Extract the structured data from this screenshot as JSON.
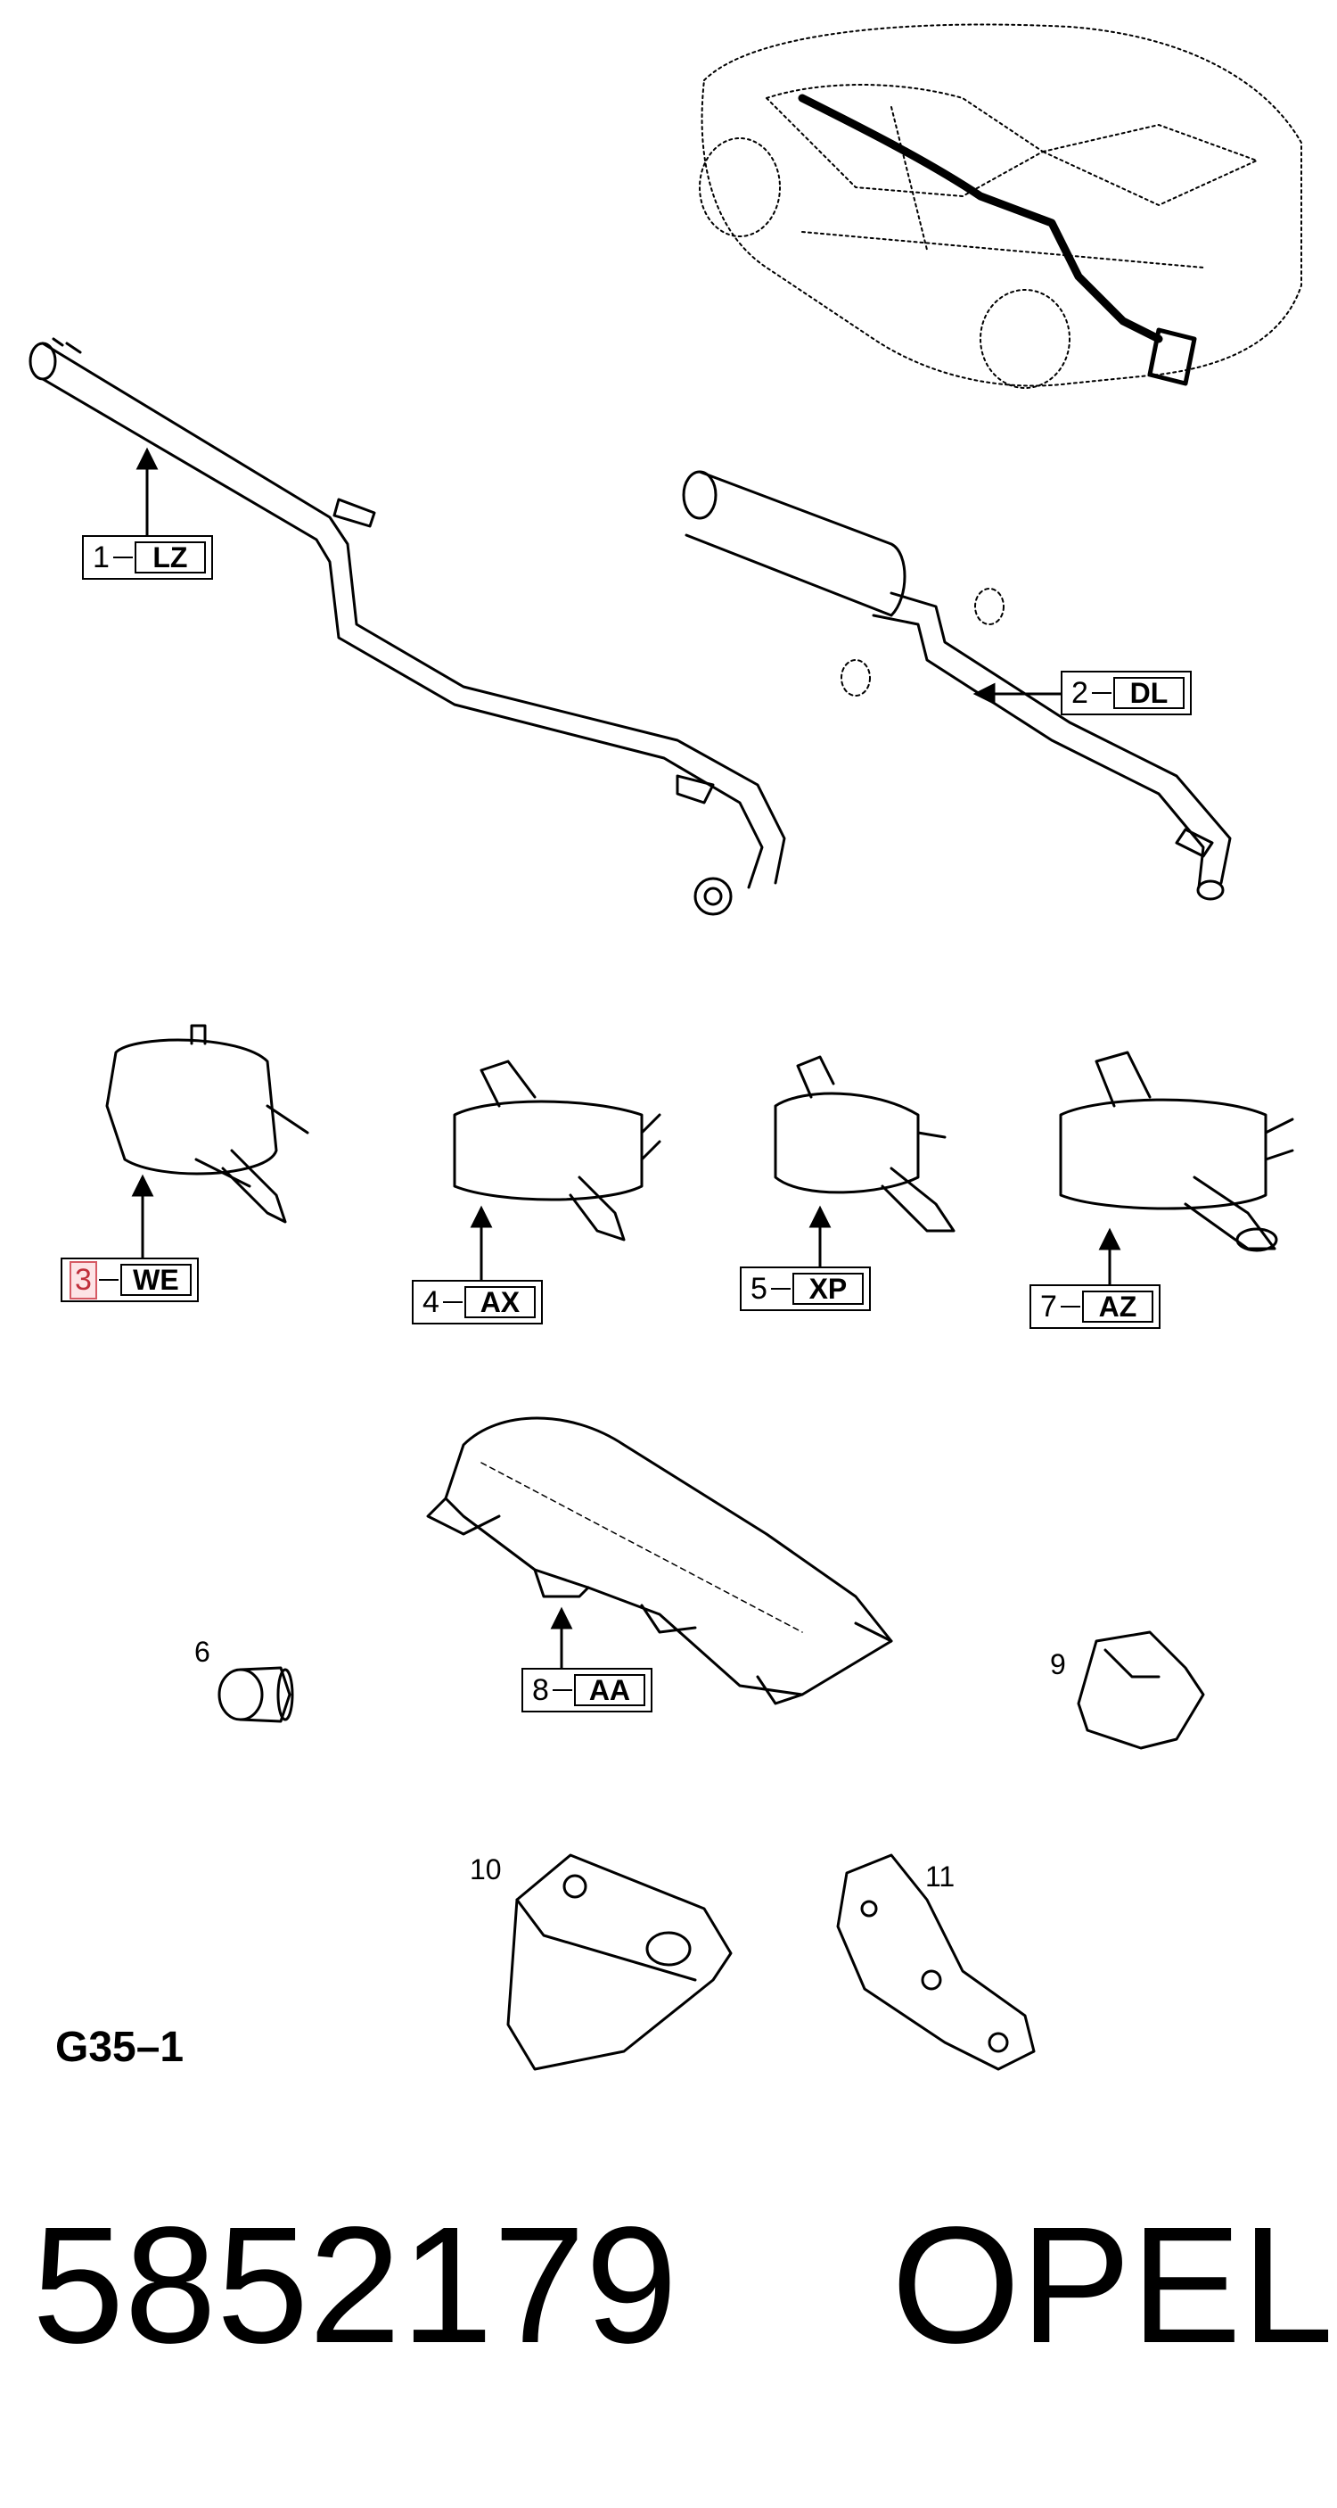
{
  "callouts": [
    {
      "num": "1",
      "code": "LZ"
    },
    {
      "num": "2",
      "code": "DL"
    },
    {
      "num": "3",
      "code": "WE"
    },
    {
      "num": "4",
      "code": "AX"
    },
    {
      "num": "5",
      "code": "XP"
    },
    {
      "num": "7",
      "code": "AZ"
    },
    {
      "num": "8",
      "code": "AA"
    }
  ],
  "plain_numbers": [
    "6",
    "9",
    "10",
    "11"
  ],
  "diagram_code": "G35–1",
  "part_number": "5852179",
  "brand": "OPEL",
  "colors": {
    "line": "#000000",
    "highlight": "#d65a64",
    "highlight_fill": "#fde4e6"
  }
}
